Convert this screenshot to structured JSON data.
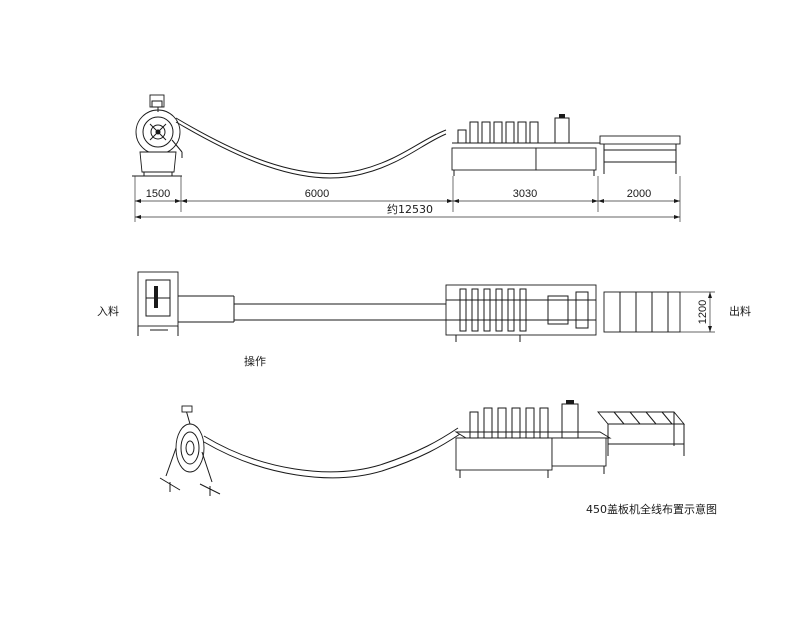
{
  "elevation_dims": {
    "d1": "1500",
    "d2": "6000",
    "d3": "3030",
    "d4": "2000",
    "total": "约12530"
  },
  "plan_labels": {
    "infeed": "入料",
    "outfeed": "出料",
    "width_dim": "1200",
    "operation": "操作"
  },
  "caption": "450盖板机全线布置示意图"
}
